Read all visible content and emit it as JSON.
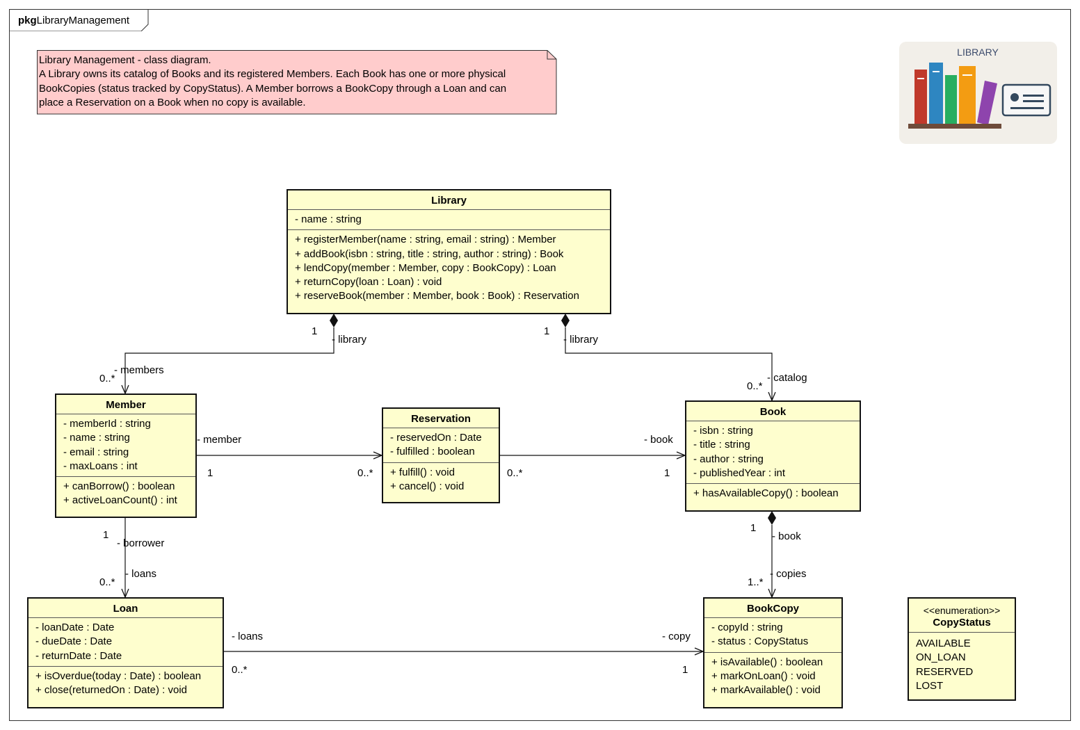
{
  "package": {
    "keyword": "pkg",
    "name": "LibraryManagement"
  },
  "note": {
    "lines": [
      "Library Management - class diagram.",
      "A Library owns its catalog of Books and its registered Members. Each Book has one or more physical",
      "BookCopies (status tracked by CopyStatus). A Member borrows a BookCopy through a Loan and can",
      "place a Reservation on a Book when no copy is available."
    ],
    "fill": "#ffcccc"
  },
  "icon": {
    "label": "LIBRARY",
    "name": "library-books-card-icon"
  },
  "classes": {
    "library": {
      "name": "Library",
      "attributes": [
        "- name : string"
      ],
      "operations": [
        "+ registerMember(name : string, email : string) : Member",
        "+ addBook(isbn : string, title : string, author : string) : Book",
        "+ lendCopy(member : Member, copy : BookCopy) : Loan",
        "+ returnCopy(loan : Loan) : void",
        "+ reserveBook(member : Member, book : Book) : Reservation"
      ]
    },
    "member": {
      "name": "Member",
      "attributes": [
        "- memberId : string",
        "- name : string",
        "- email : string",
        "- maxLoans : int"
      ],
      "operations": [
        "+ canBorrow() : boolean",
        "+ activeLoanCount() : int"
      ]
    },
    "reservation": {
      "name": "Reservation",
      "attributes": [
        "- reservedOn : Date",
        "- fulfilled : boolean"
      ],
      "operations": [
        "+ fulfill() : void",
        "+ cancel() : void"
      ]
    },
    "book": {
      "name": "Book",
      "attributes": [
        "- isbn : string",
        "- title : string",
        "- author : string",
        "- publishedYear : int"
      ],
      "operations": [
        "+ hasAvailableCopy() : boolean"
      ]
    },
    "loan": {
      "name": "Loan",
      "attributes": [
        "- loanDate : Date",
        "- dueDate : Date",
        "- returnDate : Date"
      ],
      "operations": [
        "+ isOverdue(today : Date) : boolean",
        "+ close(returnedOn : Date) : void"
      ]
    },
    "bookcopy": {
      "name": "BookCopy",
      "attributes": [
        "- copyId : string",
        "- status : CopyStatus"
      ],
      "operations": [
        "+ isAvailable() : boolean",
        "+ markOnLoan() : void",
        "+ markAvailable() : void"
      ]
    }
  },
  "enumeration": {
    "stereotype": "<<enumeration>>",
    "name": "CopyStatus",
    "values": [
      "AVAILABLE",
      "ON_LOAN",
      "RESERVED",
      "LOST"
    ]
  },
  "associations": {
    "library_member": {
      "src_mult": "1",
      "src_role": "- library",
      "dst_mult": "0..*",
      "dst_role": "- members"
    },
    "library_book": {
      "src_mult": "1",
      "src_role": "- library",
      "dst_mult": "0..*",
      "dst_role": "- catalog"
    },
    "member_reservation": {
      "src_mult": "1",
      "src_role": "- member",
      "dst_mult": "0..*"
    },
    "reservation_book": {
      "src_mult": "0..*",
      "dst_mult": "1",
      "dst_role": "- book"
    },
    "member_loan": {
      "src_mult": "1",
      "src_role": "- borrower",
      "dst_mult": "0..*",
      "dst_role": "- loans"
    },
    "book_bookcopy": {
      "src_mult": "1",
      "src_role": "- book",
      "dst_mult": "1..*",
      "dst_role": "- copies"
    },
    "loan_bookcopy": {
      "src_mult": "0..*",
      "src_role": "- loans",
      "dst_mult": "1",
      "dst_role": "- copy"
    }
  },
  "colors": {
    "class_fill": "#fefece",
    "border": "#111111",
    "note_fill": "#ffcccc"
  }
}
